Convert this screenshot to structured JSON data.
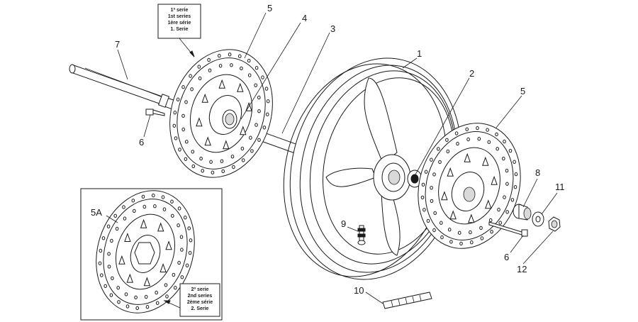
{
  "callouts": {
    "c1": "1",
    "c2": "2",
    "c3": "3",
    "c4": "4",
    "c5_left": "5",
    "c5_right": "5",
    "c5a": "5A",
    "c6_left": "6",
    "c6_right": "6",
    "c7": "7",
    "c8": "8",
    "c9": "9",
    "c10": "10",
    "c11": "11",
    "c12": "12"
  },
  "series_box_1": {
    "line1": "1ª serie",
    "line2": "1st series",
    "line3": "1ère série",
    "line4": "1. Serie"
  },
  "series_box_2": {
    "line1": "2ª serie",
    "line2": "2nd series",
    "line3": "2ème série",
    "line4": "2. Serie"
  }
}
